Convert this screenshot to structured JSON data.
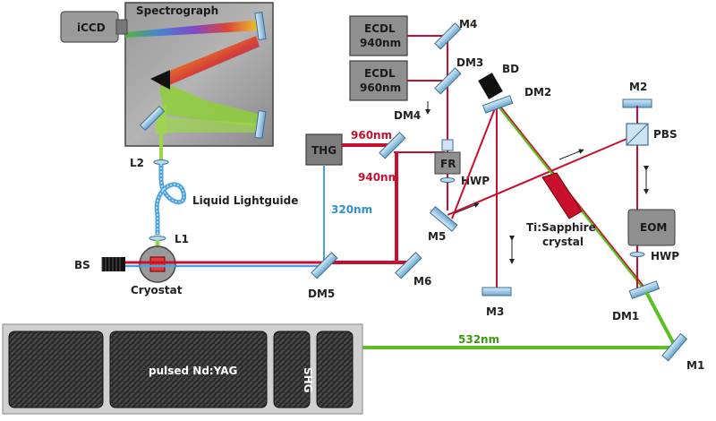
{
  "colors": {
    "red": "#c8102e",
    "blue": "#4aa3df",
    "green": "#5bbf21",
    "box_fill": "#8f8f8f",
    "box_stroke": "#3c3c3c",
    "optic": "#7fb4d6",
    "label_red": "#c8102e",
    "label_blue": "#2e8fd6",
    "label_green": "#3a9b12"
  },
  "labels": {
    "iccd": "iCCD",
    "spectrograph": "Spectrograph",
    "l2": "L2",
    "liquid_lightguide": "Liquid Lightguide",
    "l1": "L1",
    "bs": "BS",
    "cryostat": "Cryostat",
    "thg": "THG",
    "ecdl940_line1": "ECDL",
    "ecdl940_line2": "940nm",
    "ecdl960_line1": "ECDL",
    "ecdl960_line2": "960nm",
    "m4": "M4",
    "dm3": "DM3",
    "bd": "BD",
    "dm2": "DM2",
    "m2": "M2",
    "pbs": "PBS",
    "dm4": "DM4",
    "nm960": "960nm",
    "nm940": "940nm",
    "fr": "FR",
    "hwp1": "HWP",
    "m5": "M5",
    "nm320": "320nm",
    "ti_line1": "Ti:Sapphire",
    "ti_line2": "crystal",
    "eom": "EOM",
    "hwp2": "HWP",
    "dm5": "DM5",
    "m6": "M6",
    "m3": "M3",
    "dm1": "DM1",
    "nm532": "532nm",
    "m1": "M1",
    "nd_yag": "pulsed Nd:YAG",
    "shg": "SHG"
  }
}
